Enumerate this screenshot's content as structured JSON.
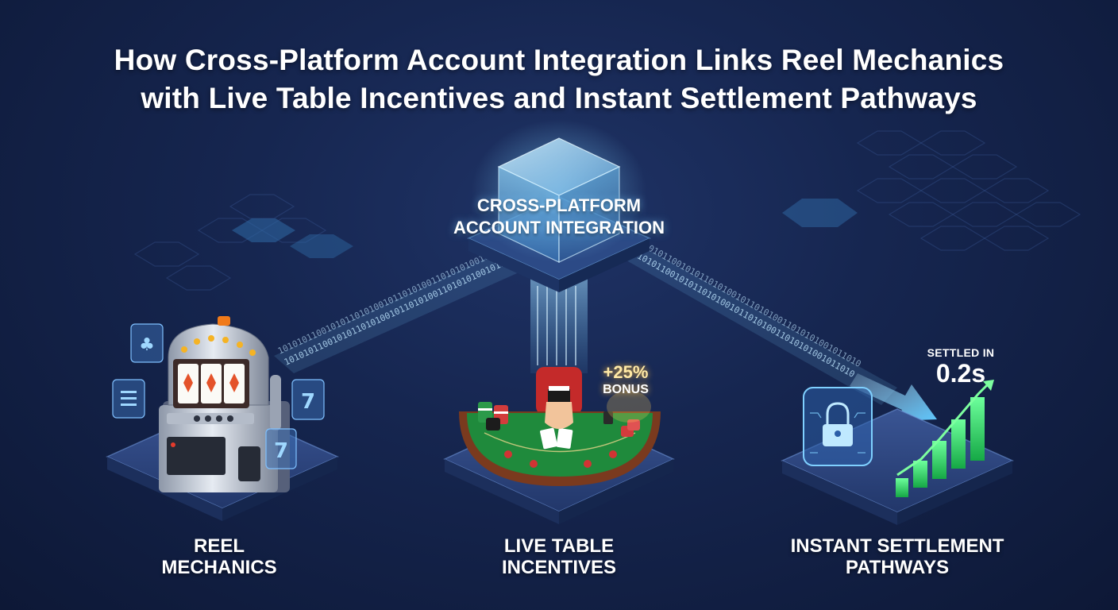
{
  "title": {
    "line1": "How Cross-Platform Account Integration Links Reel Mechanics",
    "line2": "with Live Table Incentives and Instant Settlement Pathways"
  },
  "hub": {
    "line1": "CROSS-PLATFORM",
    "line2": "ACCOUNT INTEGRATION"
  },
  "nodes": {
    "reel": {
      "line1": "REEL",
      "line2": "MECHANICS",
      "icon": "slot-machine-icon"
    },
    "table": {
      "line1": "LIVE TABLE",
      "line2": "INCENTIVES",
      "icon": "blackjack-table-icon"
    },
    "settlement": {
      "line1": "INSTANT SETTLEMENT",
      "line2": "PATHWAYS",
      "icon": "padlock-growth-chart-icon"
    }
  },
  "bonus": {
    "percent": "+25%",
    "word": "BONUS"
  },
  "settled": {
    "caption": "SETTLED IN",
    "value": "0.2s"
  },
  "binary_stream": "1010101100101011010100101101010011010101001011010",
  "colors": {
    "background": "#162650",
    "accent": "#4fc3ff",
    "growth": "#2ee86b",
    "felt": "#1f8a3c"
  }
}
